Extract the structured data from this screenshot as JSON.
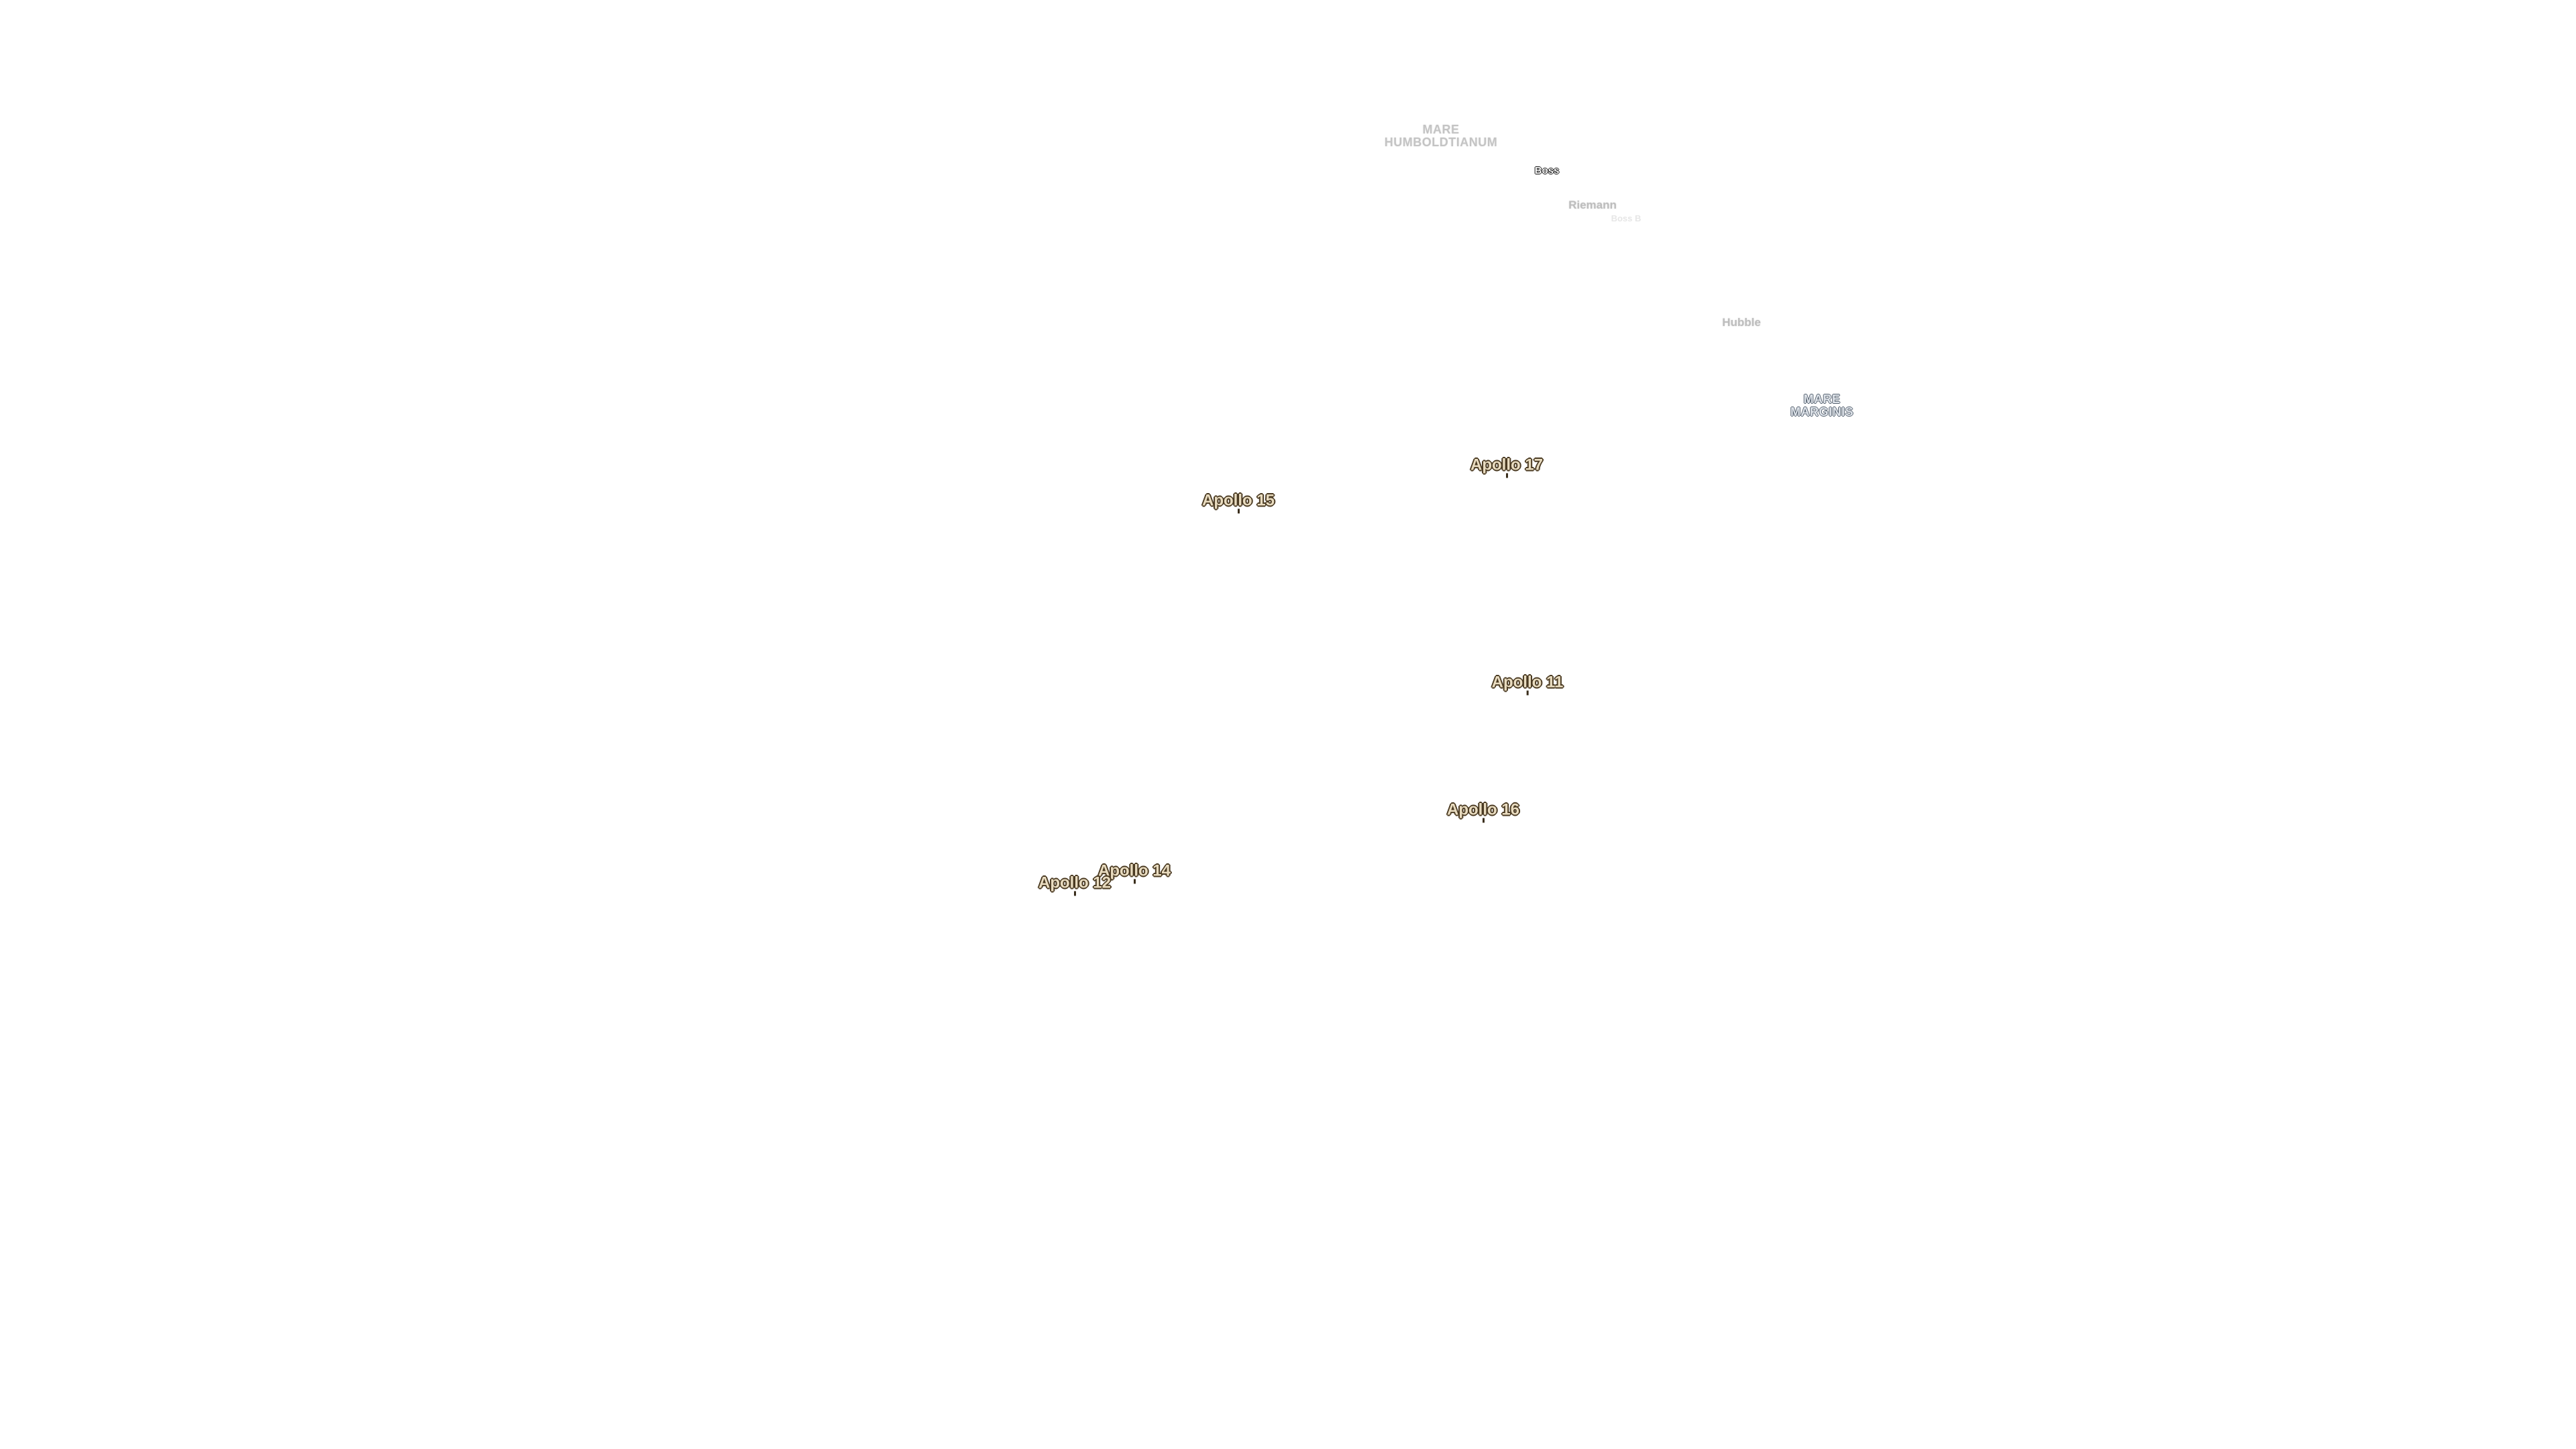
{
  "map": {
    "maria": {
      "humboldtianum": {
        "line1": "MARE",
        "line2": "HUMBOLDTIANUM"
      },
      "marginis": {
        "line1": "MARE",
        "line2": "MARGINIS"
      }
    },
    "craters": {
      "boss": "Boss",
      "riemann": "Riemann",
      "riemann_small": "Boss B",
      "hubble": "Hubble"
    },
    "landing_sites": {
      "apollo_11": "Apollo 11",
      "apollo_12": "Apollo 12",
      "apollo_14": "Apollo 14",
      "apollo_15": "Apollo 15",
      "apollo_16": "Apollo 16",
      "apollo_17": "Apollo 17"
    }
  }
}
